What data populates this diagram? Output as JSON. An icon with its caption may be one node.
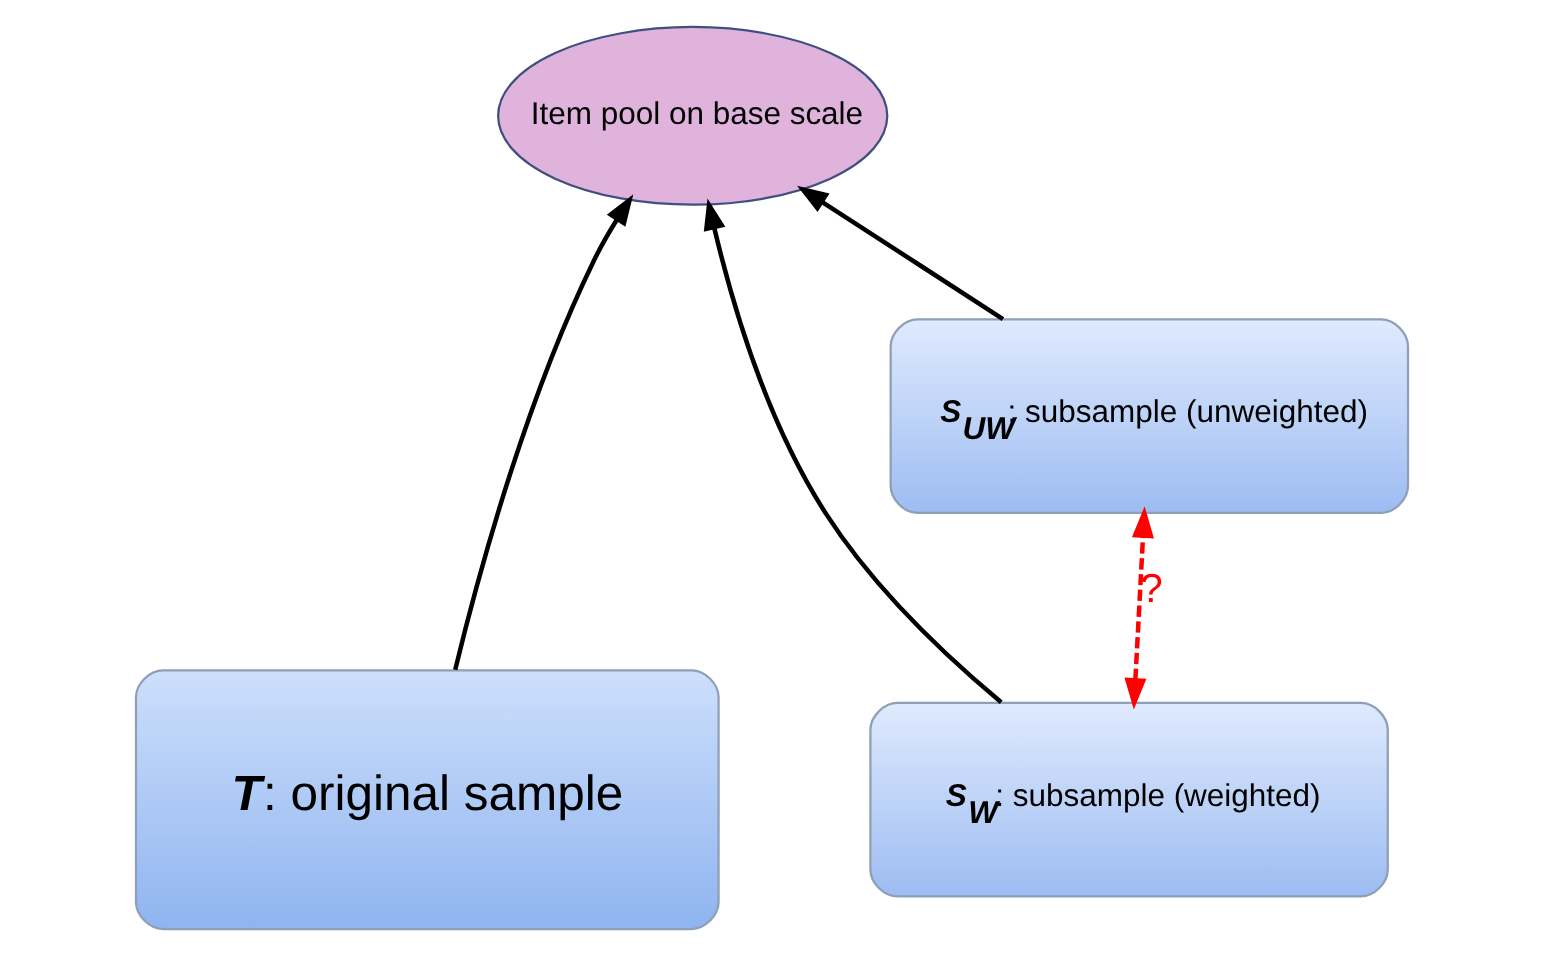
{
  "diagram": {
    "nodes": [
      {
        "text": [
          "Item pool on base scale"
        ]
      },
      {
        "text": [
          "**T**: original sample"
        ]
      },
      {
        "text": [
          "*S*$_{UW}$: subsample (unweighted)"
        ]
      },
      {
        "text": [
          "*S*$_{W}$: subsample (weighted)"
        ]
      }
    ],
    "edges": [
      {
        "from": 1,
        "to": 0,
        "arrow": "to"
      },
      {
        "from": 2,
        "to": 0,
        "arrow": "to"
      },
      {
        "from": 3,
        "to": 0,
        "arrow": "to"
      },
      {
        "from": 3,
        "to": 2,
        "arrow": "both",
        "label": "?",
        "style": "dashed",
        "color": "#ff0000"
      }
    ]
  }
}
